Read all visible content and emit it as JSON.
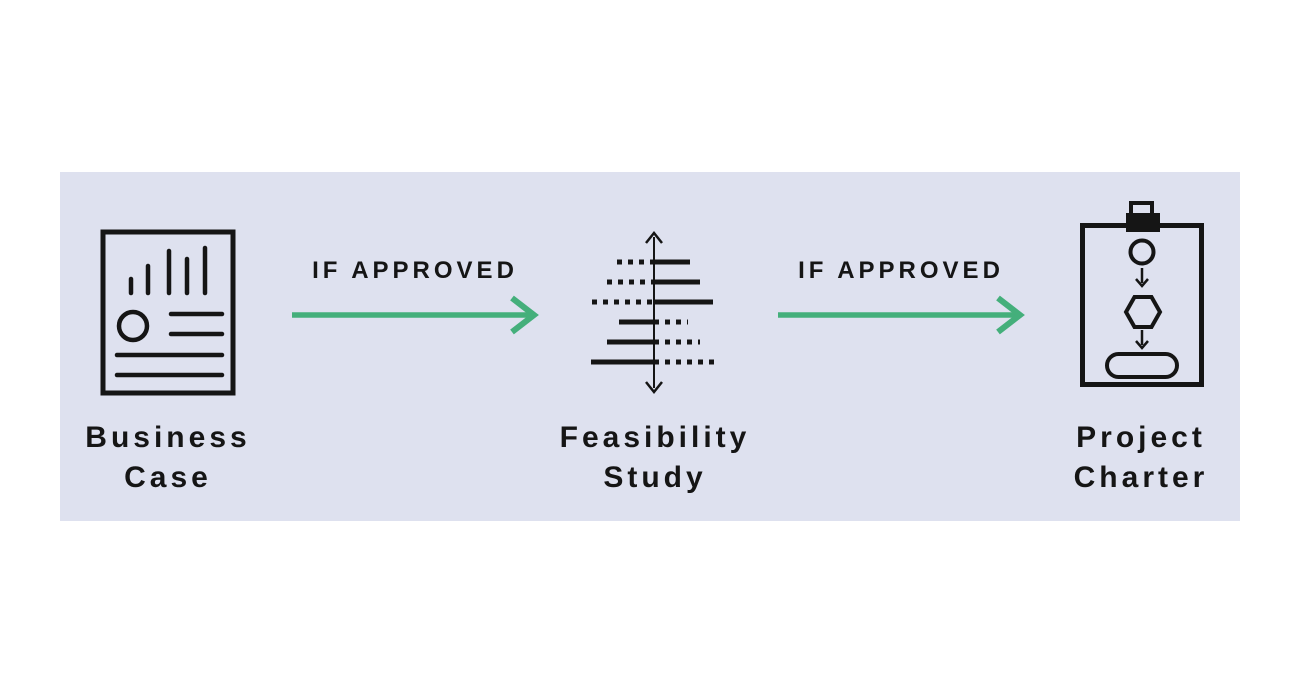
{
  "title": "Project phase flow diagram",
  "colors": {
    "page-bg": "#ffffff",
    "panel-bg": "#dee1ef",
    "ink": "#151515",
    "arrow": "#44af7b"
  },
  "steps": [
    {
      "id": "business-case",
      "label": "Business\nCase",
      "icon": "document-bar-chart-icon"
    },
    {
      "id": "feasibility-study",
      "label": "Feasibility\nStudy",
      "icon": "tornado-chart-icon"
    },
    {
      "id": "project-charter",
      "label": "Project\nCharter",
      "icon": "clipboard-flowchart-icon"
    }
  ],
  "connectors": [
    {
      "label": "IF APPROVED"
    },
    {
      "label": "IF APPROVED"
    }
  ]
}
